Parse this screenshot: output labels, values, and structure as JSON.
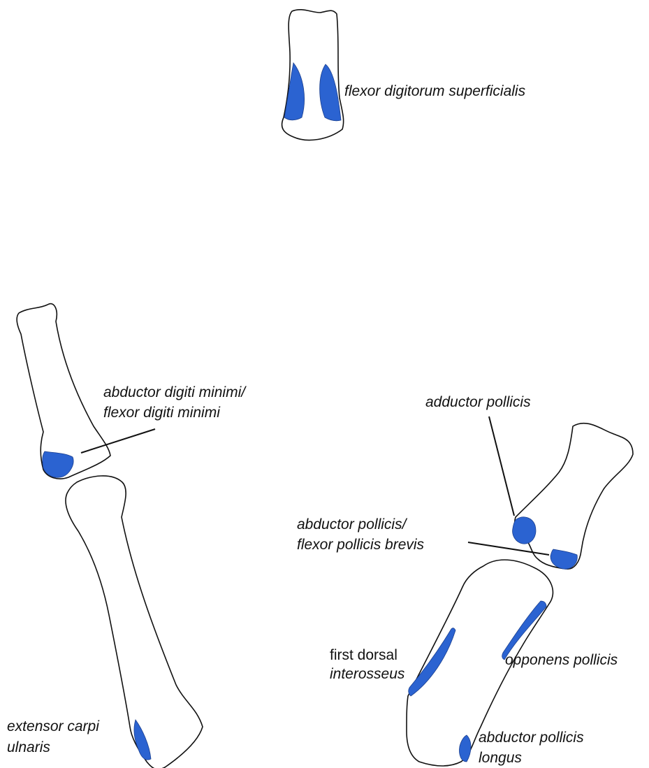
{
  "colors": {
    "attachment": "#2b63d1",
    "outline": "#111111",
    "background": "#ffffff"
  },
  "labels": {
    "fds": "flexor digitorum superficialis",
    "adm_line1": "abductor digiti minimi/",
    "adm_line2": "flexor digiti minimi",
    "ecu_line1": "extensor carpi",
    "ecu_line2": "ulnaris",
    "add_poll": "adductor pollicis",
    "abd_poll_line1": "abductor pollicis/",
    "abd_poll_line2": "flexor pollicis brevis",
    "fdi_line1": "first dorsal",
    "fdi_line2": "interosseus",
    "opp_poll": "opponens pollicis",
    "apl_line1": "abductor pollicis",
    "apl_line2": "longus"
  }
}
